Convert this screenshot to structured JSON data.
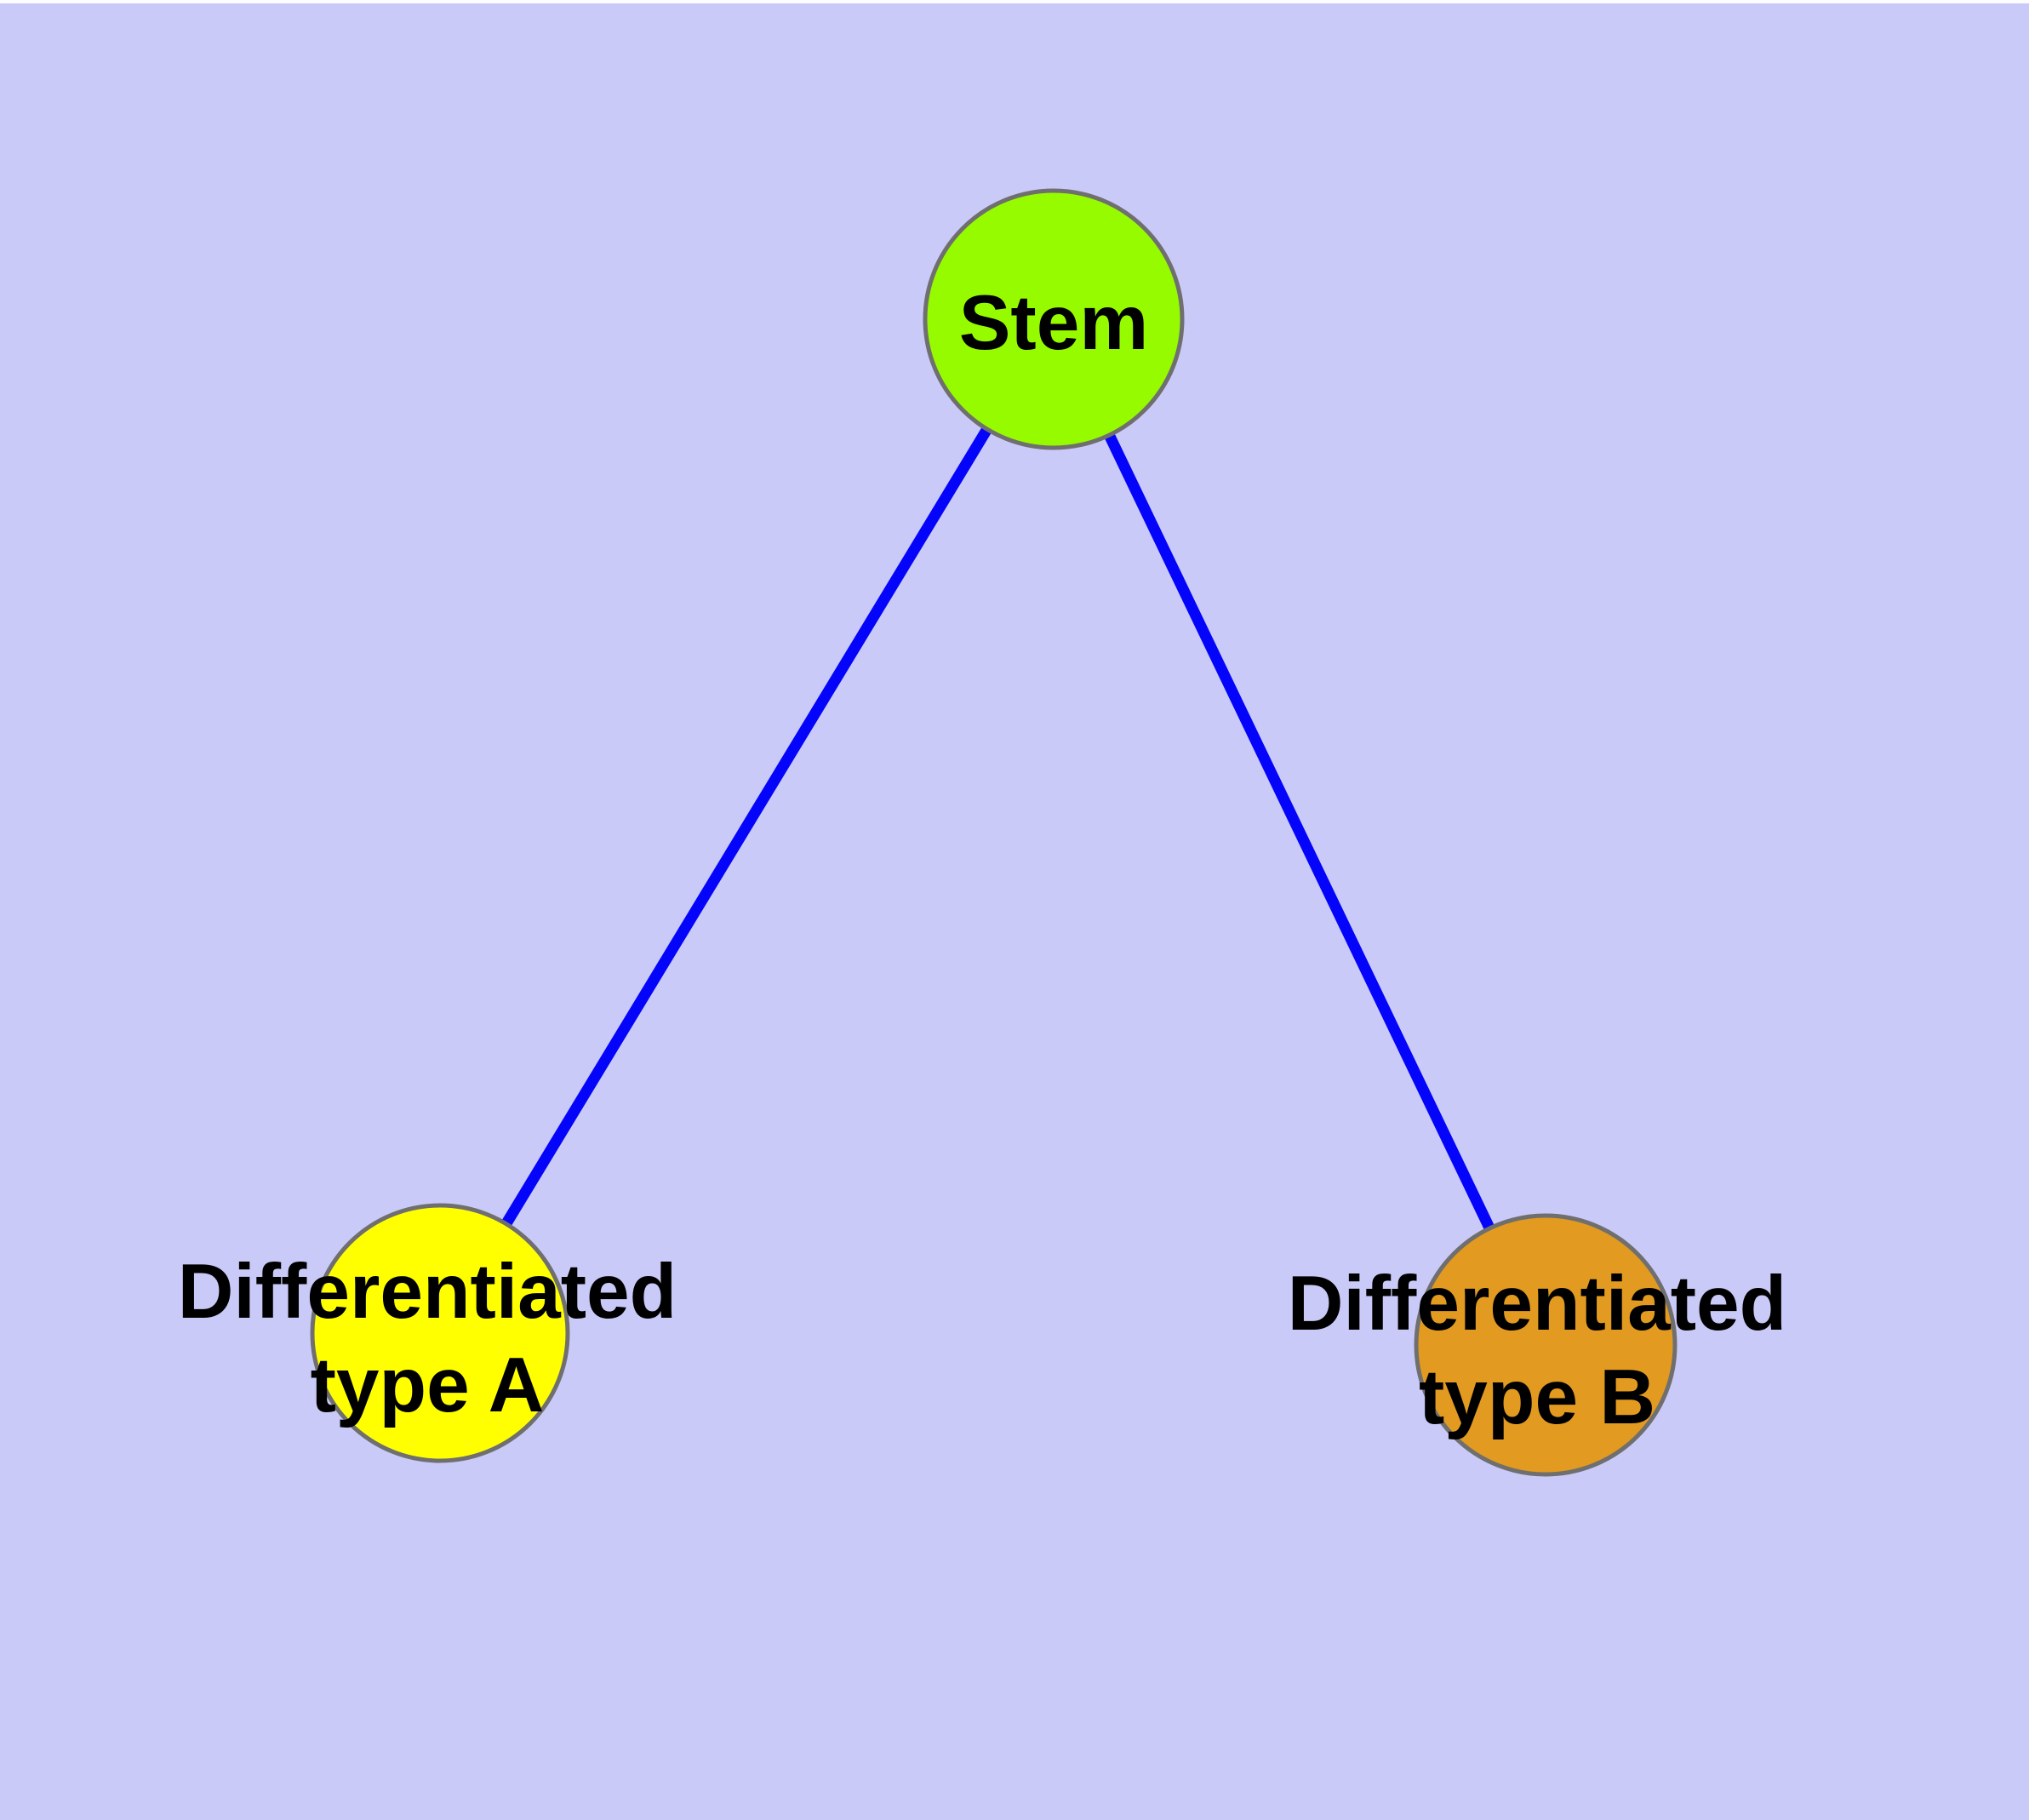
{
  "diagram": {
    "type": "graph",
    "background_color": "#CACAF8",
    "top_margin_color": "#FDFDFF",
    "edge_color": "#0404FB",
    "node_border_color": "#6F6F6F",
    "label_color": "#000000",
    "nodes": {
      "stem": {
        "label": "Stem",
        "color": "#97FB00"
      },
      "type_a": {
        "label_line1": "Differentiated",
        "label_line2": "type A",
        "color": "#FFFF00"
      },
      "type_b": {
        "label_line1": "Differentiated",
        "label_line2": "type B",
        "color": "#E29A20"
      }
    },
    "edges": [
      {
        "from": "Stem",
        "to": "Differentiated type A"
      },
      {
        "from": "Stem",
        "to": "Differentiated type B"
      }
    ]
  }
}
